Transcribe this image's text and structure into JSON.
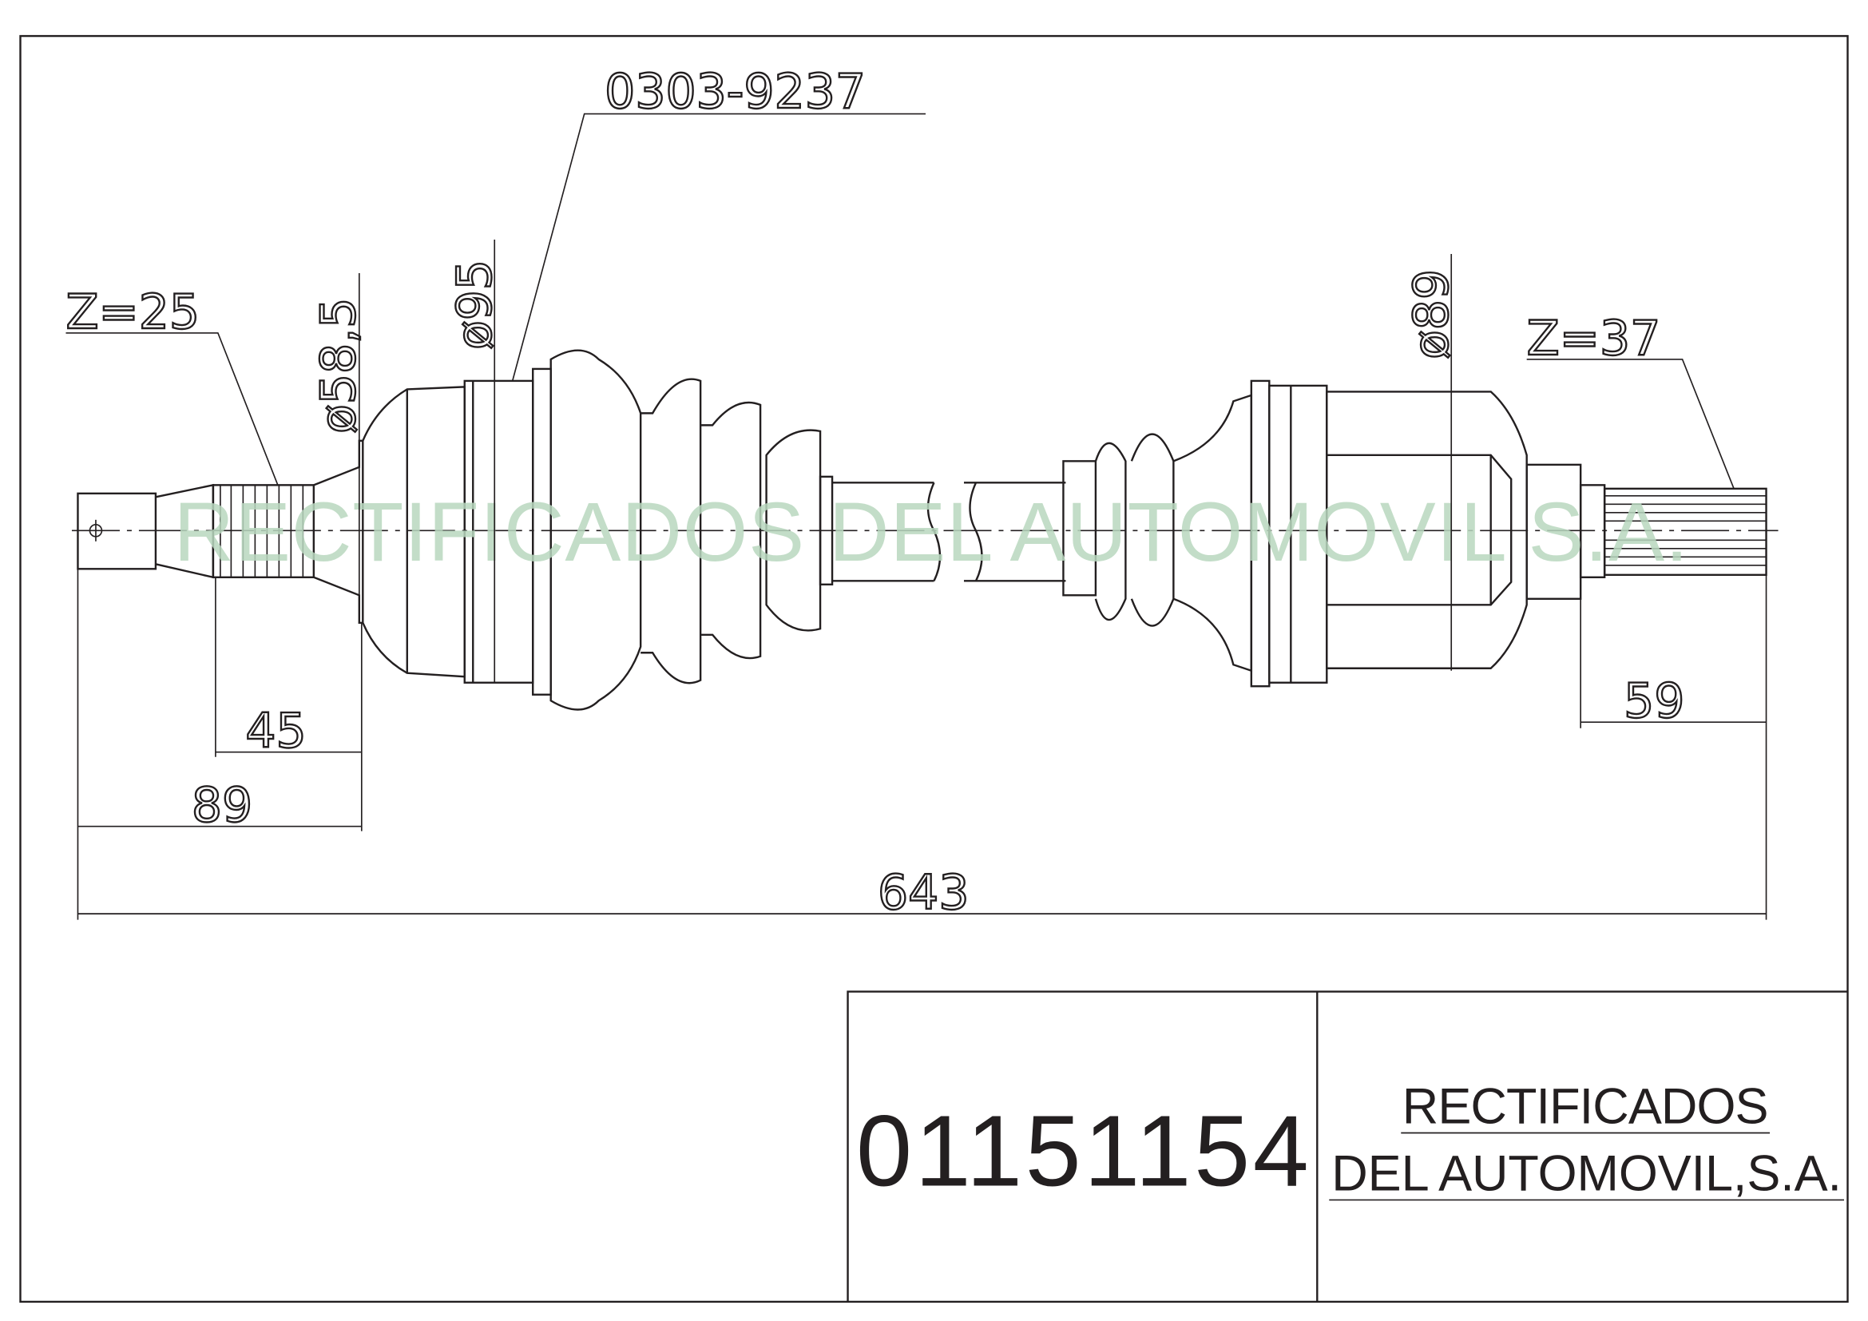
{
  "drawing": {
    "reference": "0303-9237",
    "left_spline": "Z=25",
    "right_spline": "Z=37",
    "diameters": {
      "left_flange": "ø58,5",
      "outer_joint": "ø95",
      "inner_joint": "ø89"
    },
    "dimensions": {
      "spline_left": "45",
      "left_end": "89",
      "total_length": "643",
      "spline_right": "59"
    },
    "watermark": "RECTIFICADOS DEL AUTOMOVIL S.A."
  },
  "title_block": {
    "part_number": "01151154",
    "company_line1": "RECTIFICADOS",
    "company_line2": "DEL AUTOMOVIL,S.A."
  }
}
